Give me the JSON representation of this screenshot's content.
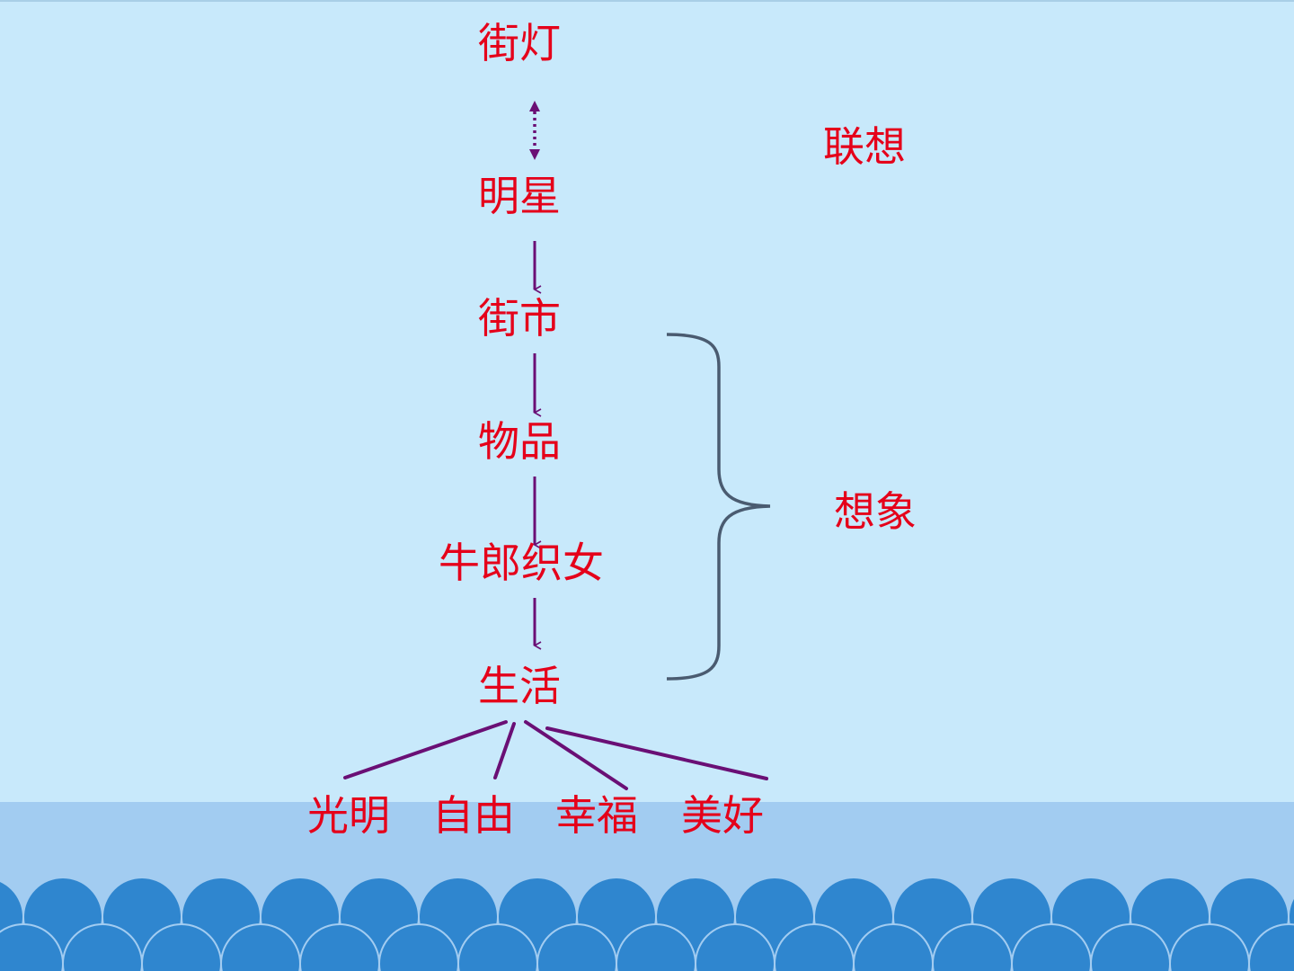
{
  "chain": [
    "街灯",
    "明星",
    "街市",
    "物品",
    "牛郎织女",
    "生活"
  ],
  "side_labels": {
    "association": "联想",
    "imagination": "想象"
  },
  "outcomes": [
    "光明",
    "自由",
    "幸福",
    "美好"
  ],
  "colors": {
    "background": "#c8e9fb",
    "text": "#e5001a",
    "arrow": "#6a0f75",
    "brace": "#4a5b70",
    "wave_band": "#a2ccf1",
    "wave": "#2f86cf"
  }
}
